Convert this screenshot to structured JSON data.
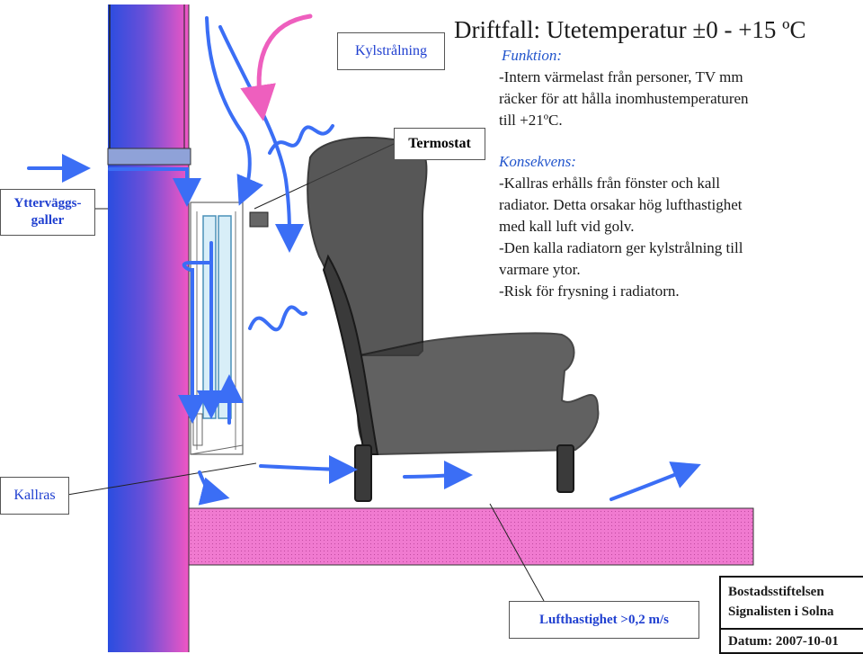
{
  "title": "Driftfall: Utetemperatur ±0 - +15 ºC",
  "funktion": {
    "label": "Funktion:",
    "lines": [
      "-Intern värmelast från personer, TV mm",
      " räcker för att hålla inomhustemperaturen",
      " till +21ºC."
    ]
  },
  "konsekvens": {
    "label": "Konsekvens:",
    "lines": [
      "-Kallras erhålls från fönster och kall",
      " radiator. Detta orsakar hög lufthastighet",
      " med kall luft vid golv.",
      "-Den kalla radiatorn ger kylstrålning till",
      " varmare ytor.",
      "-Risk för frysning i radiatorn."
    ]
  },
  "labels": {
    "kylstralning": "Kylstrålning",
    "termostat": "Termostat",
    "ytterv_line1": "Ytterväggs-",
    "ytterv_line2": "galler",
    "kallras": "Kallras",
    "lufthastighet": "Lufthastighet >0,2 m/s"
  },
  "org": {
    "line1": "Bostadsstiftelsen",
    "line2": "Signalisten i Solna",
    "date": "Datum: 2007-10-01"
  },
  "colors": {
    "arrow_blue": "#3b6ef5",
    "arrow_pink": "#ee5fbe",
    "wall_blue": "#2a4de0",
    "wall_pink": "#f056c4",
    "floor_pink": "#f07ad0",
    "chair": "#3a3a3a"
  }
}
